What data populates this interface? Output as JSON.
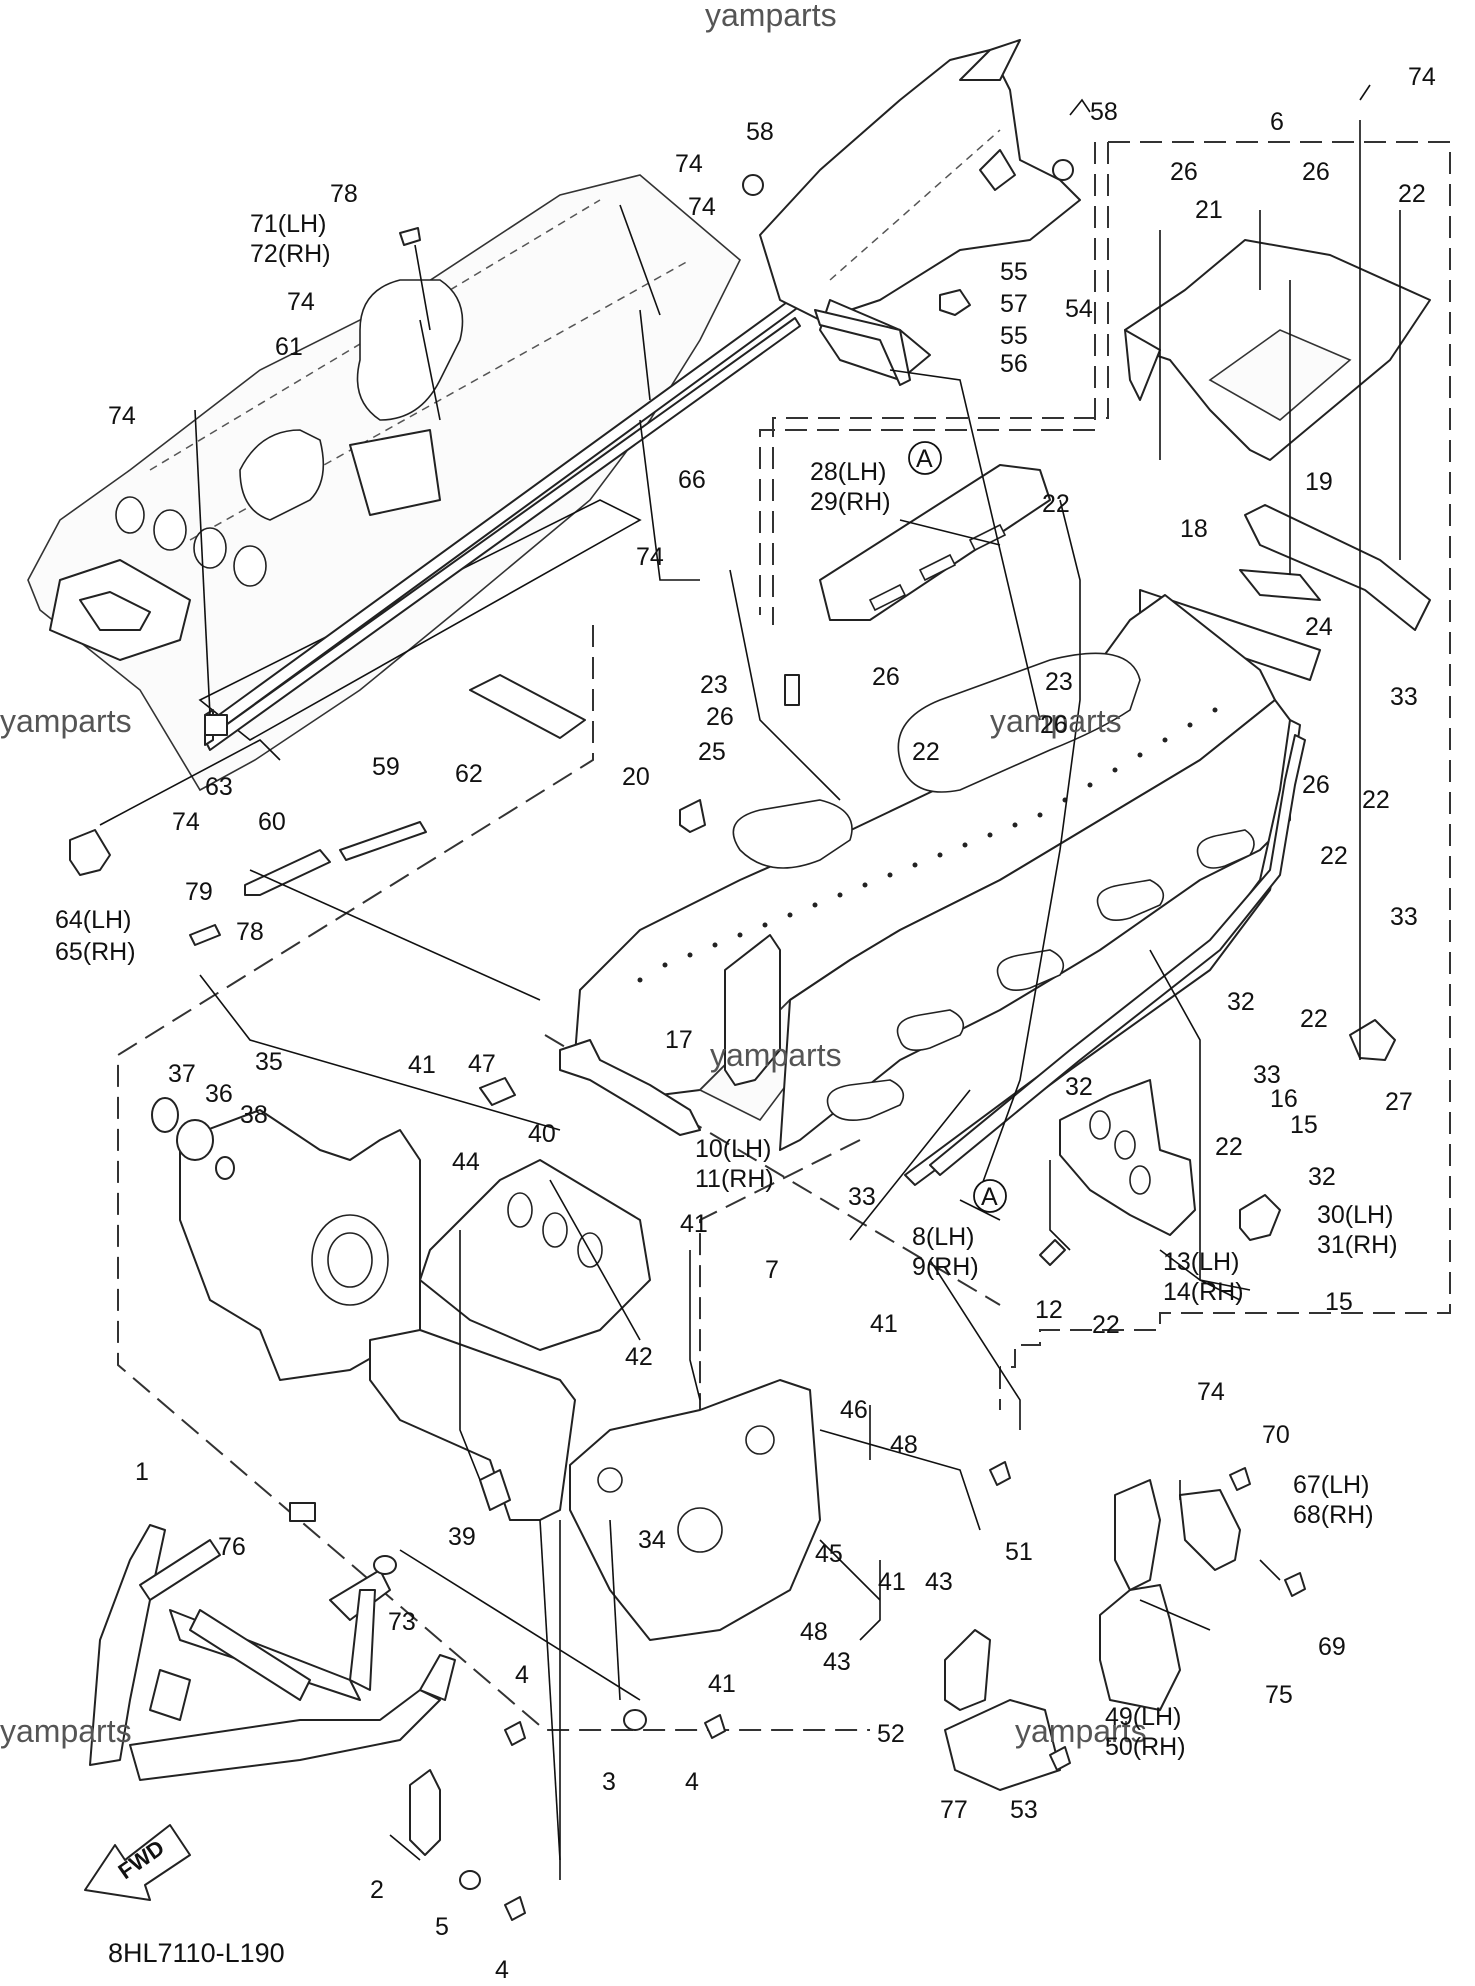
{
  "watermarks": [
    "yamparts",
    "yamparts",
    "yamparts",
    "yamparts",
    "yamparts",
    "yamparts"
  ],
  "diagram_code": "8HL7110-L190",
  "fwd_label": "FWD",
  "circle_labels": [
    "A",
    "A"
  ],
  "callouts": [
    {
      "text": "1"
    },
    {
      "text": "2"
    },
    {
      "text": "3"
    },
    {
      "text": "4"
    },
    {
      "text": "4"
    },
    {
      "text": "4"
    },
    {
      "text": "5"
    },
    {
      "text": "6"
    },
    {
      "text": "7"
    },
    {
      "text": "8(LH)"
    },
    {
      "text": "9(RH)"
    },
    {
      "text": "10(LH)"
    },
    {
      "text": "11(RH)"
    },
    {
      "text": "12"
    },
    {
      "text": "13(LH)"
    },
    {
      "text": "14(RH)"
    },
    {
      "text": "15"
    },
    {
      "text": "15"
    },
    {
      "text": "16"
    },
    {
      "text": "17"
    },
    {
      "text": "18"
    },
    {
      "text": "19"
    },
    {
      "text": "20"
    },
    {
      "text": "21"
    },
    {
      "text": "22"
    },
    {
      "text": "22"
    },
    {
      "text": "22"
    },
    {
      "text": "22"
    },
    {
      "text": "22"
    },
    {
      "text": "22"
    },
    {
      "text": "22"
    },
    {
      "text": "22"
    },
    {
      "text": "23"
    },
    {
      "text": "23"
    },
    {
      "text": "24"
    },
    {
      "text": "25"
    },
    {
      "text": "26"
    },
    {
      "text": "26"
    },
    {
      "text": "26"
    },
    {
      "text": "26"
    },
    {
      "text": "26"
    },
    {
      "text": "26"
    },
    {
      "text": "27"
    },
    {
      "text": "28(LH)"
    },
    {
      "text": "29(RH)"
    },
    {
      "text": "30(LH)"
    },
    {
      "text": "31(RH)"
    },
    {
      "text": "32"
    },
    {
      "text": "32"
    },
    {
      "text": "32"
    },
    {
      "text": "33"
    },
    {
      "text": "33"
    },
    {
      "text": "33"
    },
    {
      "text": "33"
    },
    {
      "text": "34"
    },
    {
      "text": "35"
    },
    {
      "text": "36"
    },
    {
      "text": "37"
    },
    {
      "text": "38"
    },
    {
      "text": "39"
    },
    {
      "text": "40"
    },
    {
      "text": "41"
    },
    {
      "text": "41"
    },
    {
      "text": "41"
    },
    {
      "text": "41"
    },
    {
      "text": "41"
    },
    {
      "text": "42"
    },
    {
      "text": "43"
    },
    {
      "text": "43"
    },
    {
      "text": "44"
    },
    {
      "text": "45"
    },
    {
      "text": "46"
    },
    {
      "text": "47"
    },
    {
      "text": "48"
    },
    {
      "text": "48"
    },
    {
      "text": "49(LH)"
    },
    {
      "text": "50(RH)"
    },
    {
      "text": "51"
    },
    {
      "text": "52"
    },
    {
      "text": "53"
    },
    {
      "text": "54"
    },
    {
      "text": "55"
    },
    {
      "text": "55"
    },
    {
      "text": "56"
    },
    {
      "text": "57"
    },
    {
      "text": "58"
    },
    {
      "text": "58"
    },
    {
      "text": "59"
    },
    {
      "text": "60"
    },
    {
      "text": "61"
    },
    {
      "text": "62"
    },
    {
      "text": "63"
    },
    {
      "text": "64(LH)"
    },
    {
      "text": "65(RH)"
    },
    {
      "text": "66"
    },
    {
      "text": "67(LH)"
    },
    {
      "text": "68(RH)"
    },
    {
      "text": "69"
    },
    {
      "text": "70"
    },
    {
      "text": "71(LH)"
    },
    {
      "text": "72(RH)"
    },
    {
      "text": "73"
    },
    {
      "text": "74"
    },
    {
      "text": "74"
    },
    {
      "text": "74"
    },
    {
      "text": "74"
    },
    {
      "text": "74"
    },
    {
      "text": "74"
    },
    {
      "text": "74"
    },
    {
      "text": "74"
    },
    {
      "text": "75"
    },
    {
      "text": "76"
    },
    {
      "text": "77"
    },
    {
      "text": "78"
    },
    {
      "text": "78"
    },
    {
      "text": "79"
    }
  ]
}
